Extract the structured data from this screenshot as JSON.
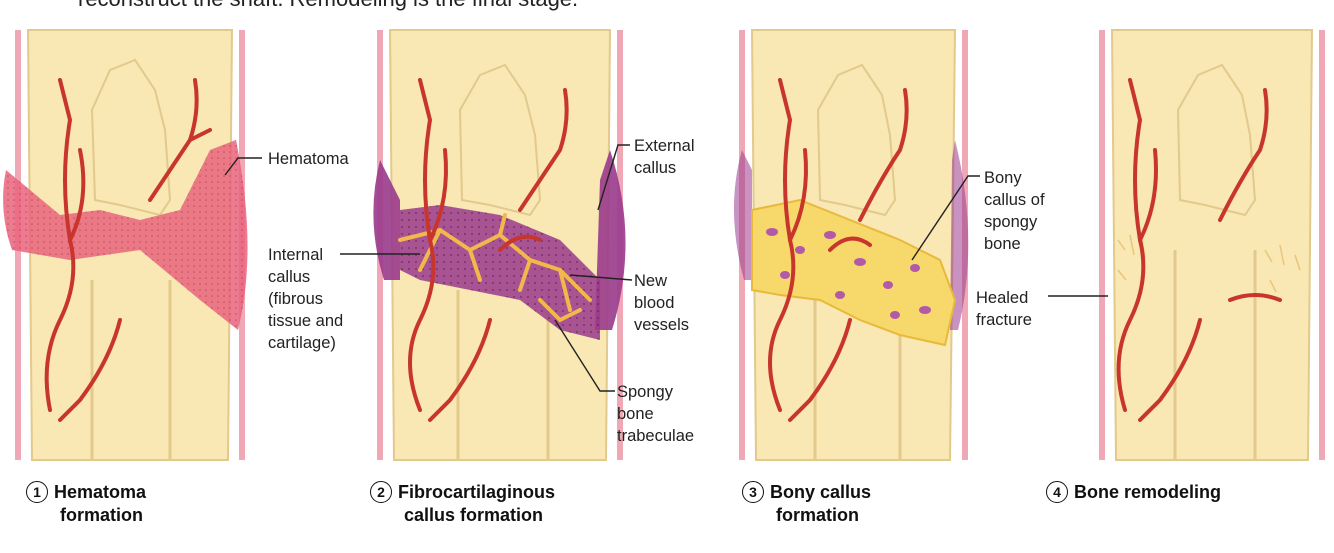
{
  "header": {
    "caption_fragment": "reconstruct the shaft. Remodeling is the final stage."
  },
  "colors": {
    "bone": "#f9e7b4",
    "bone_edge": "#e2c98c",
    "periosteum": "#f0a8b6",
    "hematoma": "#e9647d",
    "fibrocartilage": "#9a3a8c",
    "bony_callus": "#f7d96b",
    "vessel": "#c8352d"
  },
  "panels": [
    {
      "number": "1",
      "title_line1": "Hematoma",
      "title_line2": "formation"
    },
    {
      "number": "2",
      "title_line1": "Fibrocartilaginous",
      "title_line2": "callus formation"
    },
    {
      "number": "3",
      "title_line1": "Bony callus",
      "title_line2": "formation"
    },
    {
      "number": "4",
      "title_line1": "Bone remodeling",
      "title_line2": ""
    }
  ],
  "labels": {
    "hematoma": "Hematoma",
    "internal_callus": "Internal\ncallus\n(fibrous\ntissue and\ncartilage)",
    "external_callus": "External\ncallus",
    "new_blood_vessels": "New\nblood\nvessels",
    "spongy_bone_trabeculae": "Spongy\nbone\ntrabeculae",
    "bony_callus_spongy_bone": "Bony\ncallus of\nspongy\nbone",
    "healed_fracture": "Healed\nfracture"
  }
}
